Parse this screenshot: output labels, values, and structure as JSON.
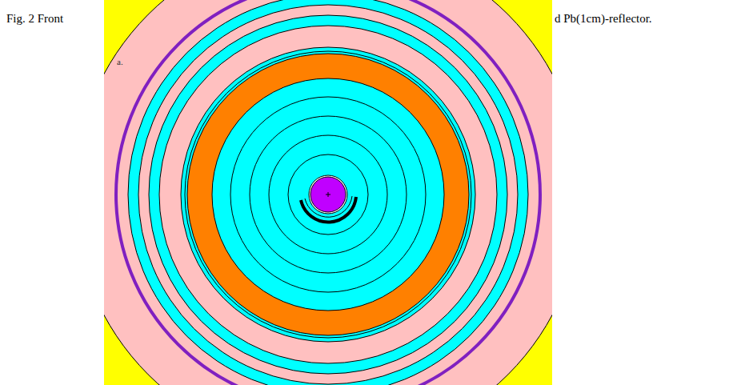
{
  "diagram": {
    "labels": [
      "Fig. 2 Front",
      "d Pb(1cm)-reflector.",
      "a."
    ]
  }
}
